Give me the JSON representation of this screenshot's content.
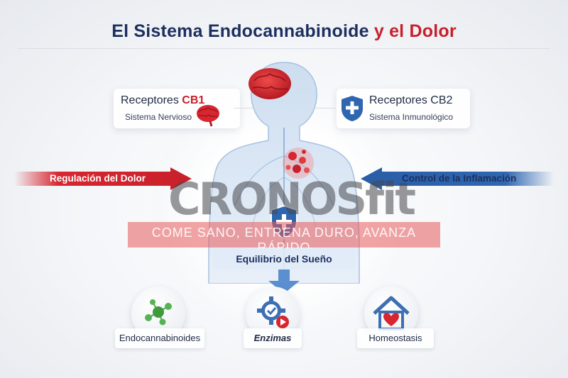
{
  "title": {
    "part1": "El Sistema Endocannabinoide",
    "part2": "y el Dolor"
  },
  "cb1": {
    "label_prefix": "Receptores",
    "label_highlight": "CB1",
    "subtitle": "Sistema Nervioso",
    "icon": "brain-icon"
  },
  "cb2": {
    "label": "Receptores CB2",
    "subtitle": "Sistema Inmunológico",
    "icon": "shield-plus-icon"
  },
  "left_arrow": {
    "label": "Regulación del Dolor",
    "color": "#d7262f"
  },
  "right_arrow": {
    "label": "Control de la Inflamación",
    "color": "#2f66b0"
  },
  "center_label": "Equilibrio del Sueño",
  "watermark": {
    "logo_text": "CRONOSfit",
    "tagline": "COME SANO, ENTRENA DURO, AVANZA RÁPIDO"
  },
  "bottom_items": [
    {
      "label": "Endocannabinoides",
      "icon": "molecule-icon"
    },
    {
      "label": "Enzimas",
      "icon": "gear-check-icon"
    },
    {
      "label": "Homeostasis",
      "icon": "house-heart-icon"
    }
  ],
  "colors": {
    "navy": "#1c2f5e",
    "red": "#c8202b",
    "blue": "#2f66b0",
    "light_blue": "#a9c6e6"
  }
}
